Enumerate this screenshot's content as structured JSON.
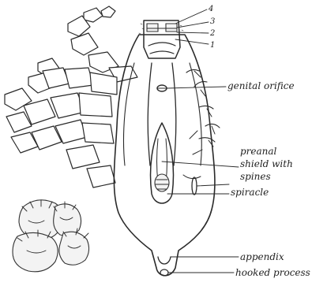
{
  "diagram": {
    "labels": {
      "genital_orifice": "genital orifice",
      "preanal_shield": [
        "preanal",
        "shield with",
        "spines"
      ],
      "spiracle": "spiracle",
      "appendix": "appendix",
      "hooked_process": "hooked process",
      "mouthpart_numbers": [
        "4",
        "3",
        "2",
        "1"
      ]
    }
  }
}
